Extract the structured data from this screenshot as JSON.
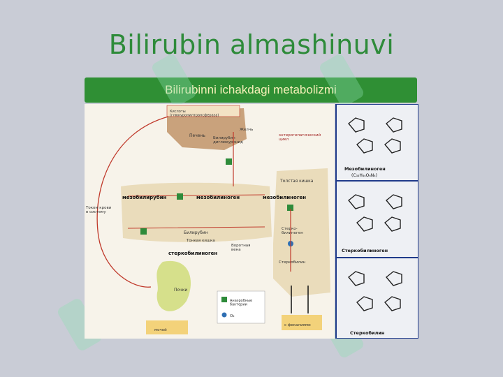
{
  "slide": {
    "title": "Bilirubin almashinuvi",
    "banner": "Bilirubinni ichakdagi  metabolizmi"
  },
  "diagram": {
    "liver_label": "Печень",
    "bile_acids": "Кислоты\n(глюкуронилтрансфераза)",
    "gallbladder": "Желчь",
    "bilirubin_diglucuronide": "Билирубин\nдиглюкуронид",
    "enterohepatic": "энтерогепатический\nцикл",
    "blood_flow": "Током крови\nв систему",
    "mesobilirubin": "мезобилирубин",
    "mesobilinogen_1": "мезобилиноген",
    "mesobilinogen_2": "мезобилиноген",
    "large_intestine": "Толстая кишка",
    "bilirubin_small": "Билирубин",
    "small_intestine": "Тонкая кишка",
    "stercobilinogen": "стеркобилиноген",
    "portal_vein": "Воротная\nвена",
    "stercobilinogen_colon": "Стерко-\nбилиноген",
    "stercobilin": "Стеркобилин",
    "kidney": "Почки",
    "urine": "мочой",
    "feces": "с фекалиями",
    "legend_anaerobic": "Анаэробные\nбактерии",
    "legend_o2": "O₂"
  },
  "structures": {
    "mesobilinogen_name": "Мезобилиноген",
    "mesobilinogen_formula": "(C₃₃H₄₄O₆N₄)",
    "stercobilinogen_name": "Стеркобилиноген",
    "stercobilin_name": "Стеркобилин"
  },
  "colors": {
    "title": "#2e8b3a",
    "banner_bg": "#2f8f34",
    "banner_text": "#f5f0b8",
    "arrow": "#c0392b",
    "organ": "#e8d9b6",
    "liver": "#c9a27c",
    "bacteria": "#2e8b3a",
    "oxygen": "#2f6fb3"
  }
}
